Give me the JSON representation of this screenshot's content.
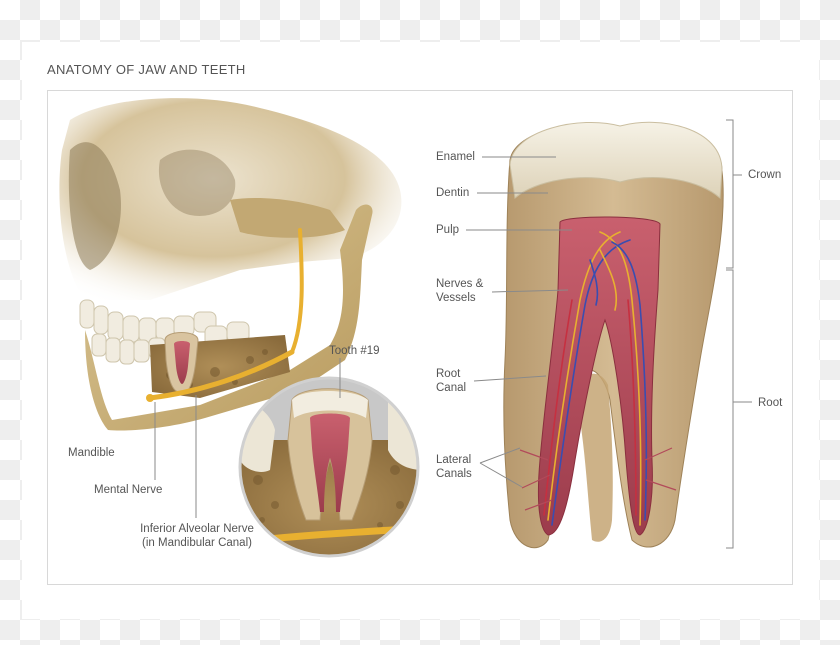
{
  "title": "ANATOMY OF JAW AND TEETH",
  "labels": {
    "enamel": "Enamel",
    "dentin": "Dentin",
    "pulp": "Pulp",
    "nerves_line1": "Nerves &",
    "nerves_line2": "Vessels",
    "root_canal_line1": "Root",
    "root_canal_line2": "Canal",
    "lateral_line1": "Lateral",
    "lateral_line2": "Canals",
    "crown": "Crown",
    "root": "Root",
    "tooth19": "Tooth #19",
    "mandible": "Mandible",
    "mental_nerve": "Mental Nerve",
    "inferior_line1": "Inferior Alveolar Nerve",
    "inferior_line2": "(in Mandibular Canal)"
  },
  "colors": {
    "bone": "#c9b07a",
    "enamel": "#efe9d8",
    "dentin": "#c8ad86",
    "pulp": "#b24a5a",
    "nerve": "#e8b030",
    "leader": "#8a8a8a"
  }
}
